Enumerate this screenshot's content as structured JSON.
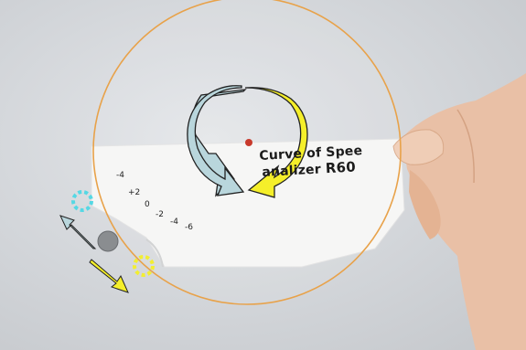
{
  "card": {
    "title_line1": "Curve of Spee",
    "title_line2_prefix": "analizer",
    "title_line2_model": "R60"
  },
  "scale_labels": [
    "-4",
    "+2",
    "0",
    "-2",
    "-4",
    "-6"
  ],
  "colors": {
    "lens_ring": "#e8a24a",
    "arrow_yellow": "#f5ef2a",
    "arrow_blue": "#b9d6dc",
    "marker_cyan": "#55d8e4",
    "marker_yellow": "#f2ee32",
    "pivot_gray": "#8a8d90",
    "center_dot": "#c83a2c"
  },
  "icons": {
    "rotate_control": "rotate-arrows-icon",
    "slide_up": "arrow-up-left-icon",
    "slide_down": "arrow-down-right-icon"
  }
}
